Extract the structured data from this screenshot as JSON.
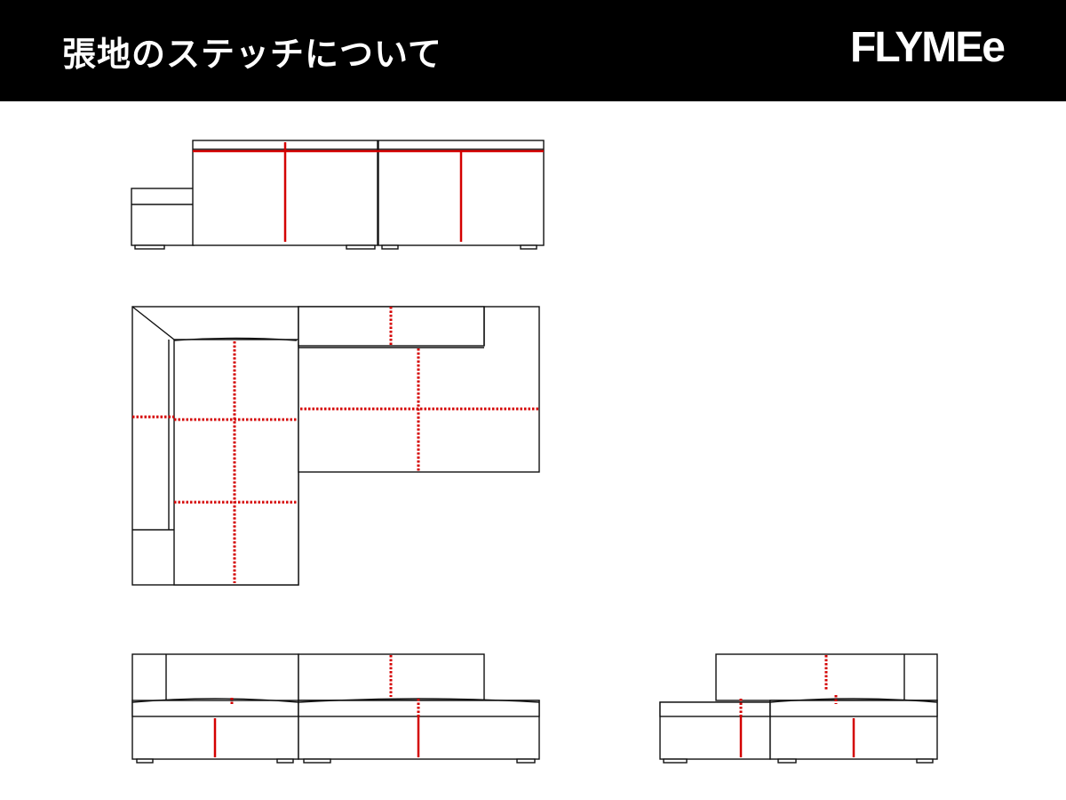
{
  "header": {
    "title": "張地のステッチについて",
    "brand": "FLYMEe"
  },
  "colors": {
    "header_bg": "#000000",
    "header_text": "#ffffff",
    "stitch": "#d40000",
    "outline": "#111111"
  },
  "views": [
    "side-view",
    "top-view",
    "front-view",
    "side-view-small"
  ]
}
